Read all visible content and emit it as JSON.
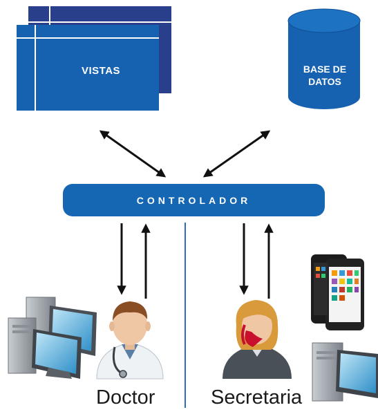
{
  "views": {
    "label": "VISTAS"
  },
  "database": {
    "label_line1": "BASE DE",
    "label_line2": "DATOS"
  },
  "controller": {
    "label": "CONTROLADOR"
  },
  "actors": {
    "doctor": {
      "label": "Doctor"
    },
    "secretary": {
      "label": "Secretaria"
    }
  },
  "colors": {
    "primary_blue": "#1667b3",
    "dark_navy": "#2a3f8c",
    "arrow": "#111111"
  },
  "icons": [
    "desktop-computer-icon",
    "doctor-avatar-icon",
    "secretary-avatar-icon",
    "smartphone-icon"
  ]
}
